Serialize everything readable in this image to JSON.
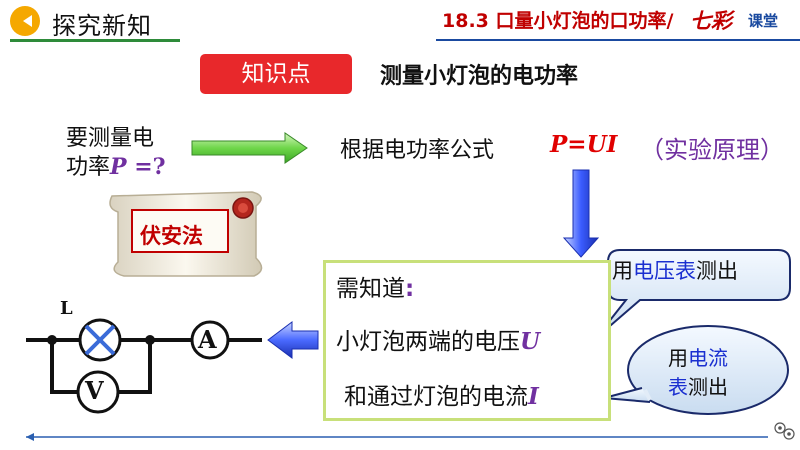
{
  "header": {
    "section": "探究新知",
    "lesson": "18.3 口量小灯泡的口功率/",
    "brand_logo": "七彩",
    "brand_suffix": "课堂"
  },
  "knowledge": {
    "tag": "知识点",
    "title": "测量小灯泡的电功率"
  },
  "question": {
    "line1": "要测量电",
    "line2_text": "功率",
    "line2_var": "P",
    "line2_tail": " =?"
  },
  "formula": {
    "label": "根据电功率公式",
    "expr": "P=UI",
    "principle": "（实验原理）"
  },
  "method": {
    "seal": "伏安法"
  },
  "need": {
    "title": "需知道",
    "colon": ":",
    "line1_text": "小灯泡两端的电压",
    "line1_var": "U",
    "line2_text": "和通过灯泡的电流",
    "line2_var": "I"
  },
  "bubbles": {
    "voltmeter_pre": "用",
    "voltmeter_name": "电压表",
    "voltmeter_post": "测出",
    "ammeter_pre": "用",
    "ammeter_name": "电流",
    "ammeter_name2": "表",
    "ammeter_post": "测出"
  },
  "circuit": {
    "lamp_label": "L",
    "ammeter_symbol": "A",
    "voltmeter_symbol": "V"
  },
  "colors": {
    "accent_red": "#e8282b",
    "purple": "#7030a0",
    "blue_text": "#1a2fd0",
    "header_green": "#2e8b3a"
  }
}
